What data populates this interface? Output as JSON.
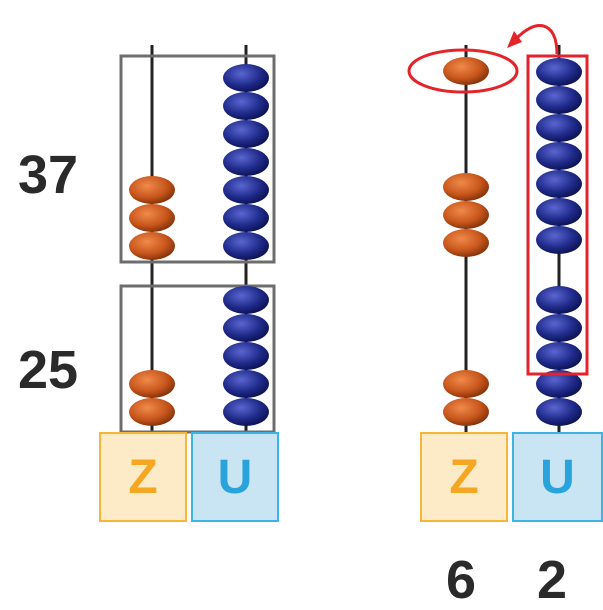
{
  "left_abacus": {
    "addend_top": "37",
    "addend_bottom": "25",
    "columns": [
      {
        "label": "Z",
        "top_beads": 3,
        "bottom_beads": 2
      },
      {
        "label": "U",
        "top_beads": 7,
        "bottom_beads": 5
      }
    ]
  },
  "right_abacus": {
    "columns": [
      {
        "label": "Z",
        "beads": 6
      },
      {
        "label": "U",
        "beads": 12
      }
    ],
    "regrouping_note": "10 U become 1 Z",
    "result_digits": [
      "6",
      "2"
    ]
  },
  "colors": {
    "tens_bead": "#c8561c",
    "units_bead": "#1f2a8a",
    "highlight": "#e5232b",
    "tens_fill": "#fdebc8",
    "units_fill": "#c9e4f2"
  }
}
